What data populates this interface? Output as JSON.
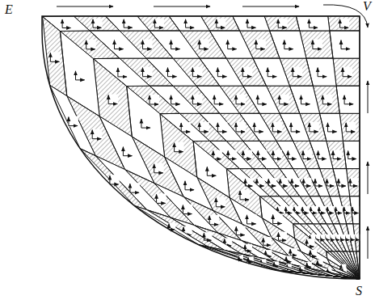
{
  "diagram": {
    "labels": [
      "E",
      "V",
      "S"
    ]
  }
}
